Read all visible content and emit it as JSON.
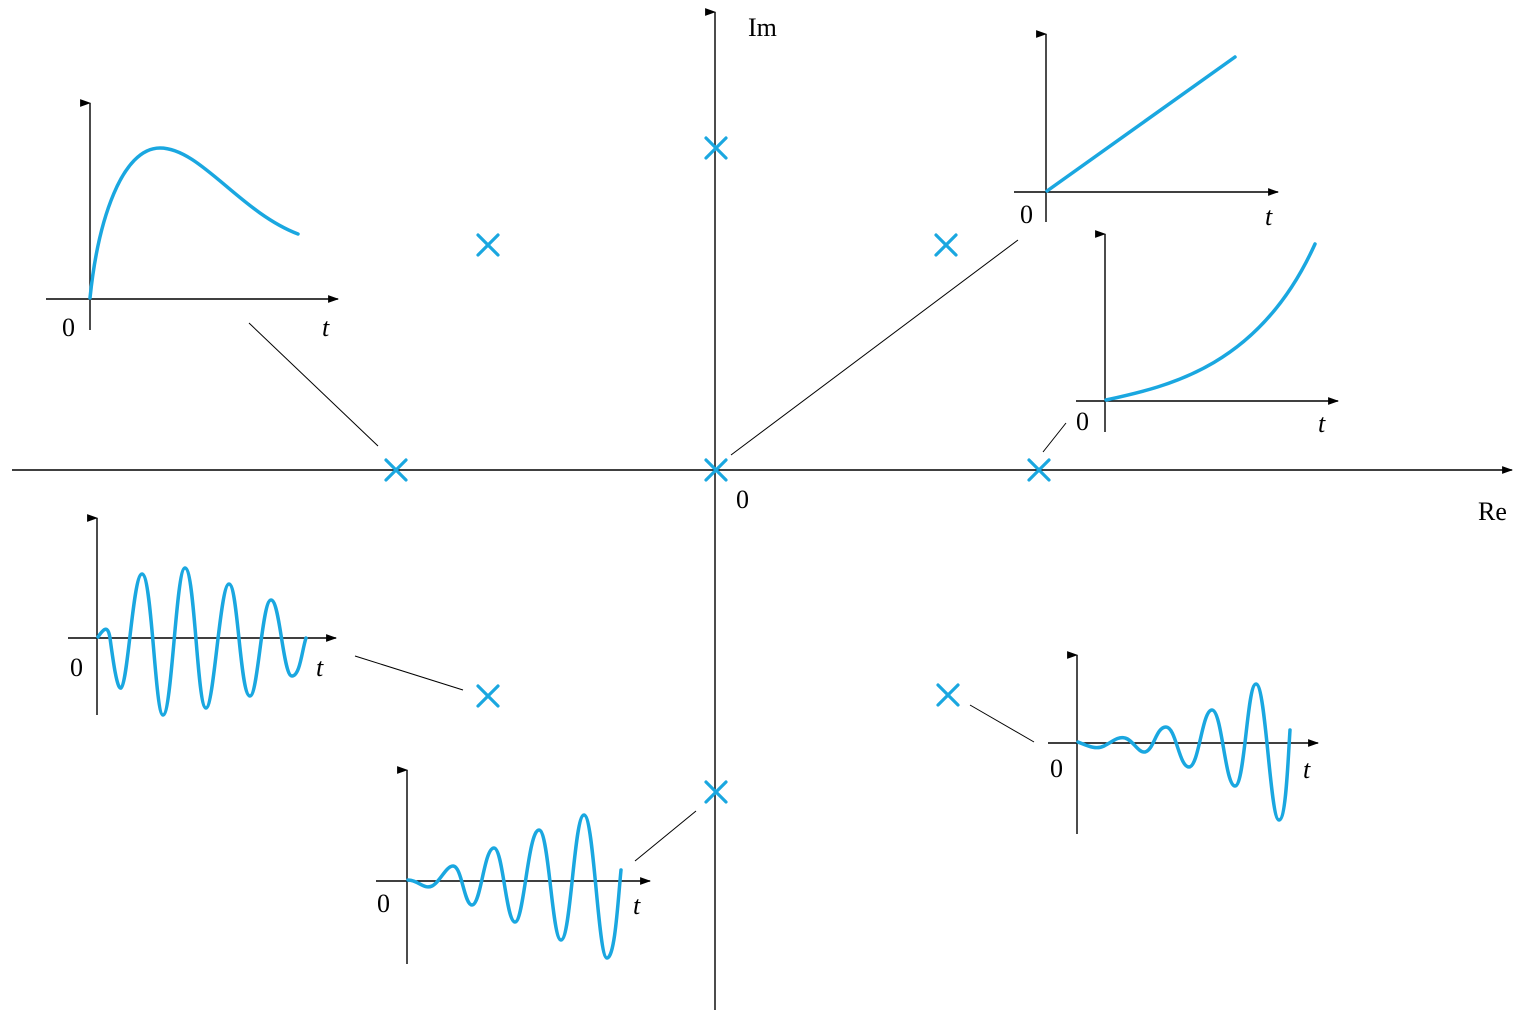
{
  "labels": {
    "real_axis": "Re",
    "imag_axis": "Im",
    "origin": "0",
    "time": "t"
  },
  "colors": {
    "curve": "#1aa7e0",
    "axes": "#000000",
    "background": "#ffffff"
  },
  "poles": [
    {
      "id": "real-negative",
      "location": "negative real axis",
      "response": "decaying"
    },
    {
      "id": "origin",
      "location": "origin",
      "response": "ramp"
    },
    {
      "id": "real-positive",
      "location": "positive real axis",
      "response": "growing exponential"
    },
    {
      "id": "complex-left-upper",
      "location": "left half-plane, upper",
      "response": "none drawn"
    },
    {
      "id": "complex-left-lower",
      "location": "left half-plane, lower",
      "response": "decaying oscillation"
    },
    {
      "id": "complex-right-upper",
      "location": "right half-plane, upper",
      "response": "none drawn"
    },
    {
      "id": "complex-right-lower",
      "location": "right half-plane, lower",
      "response": "growing oscillation"
    },
    {
      "id": "imag-upper",
      "location": "positive imaginary axis",
      "response": "none drawn"
    },
    {
      "id": "imag-lower",
      "location": "negative imaginary axis",
      "response": "oscillation"
    }
  ]
}
